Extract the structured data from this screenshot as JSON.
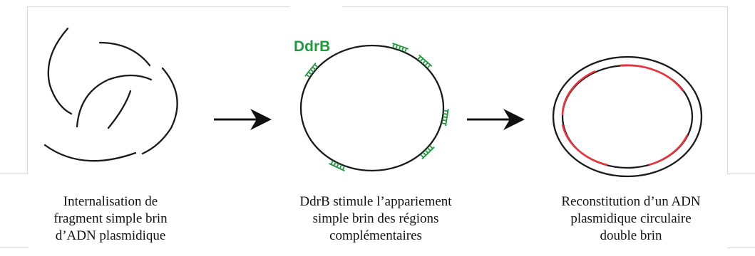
{
  "colors": {
    "strand": "#1a1a1a",
    "ddrb": "#1f9a3e",
    "new_strand": "#e8323c",
    "caption_text": "#111111"
  },
  "ddrb_label": "DdrB",
  "steps": [
    {
      "caption_lines": [
        "Internalisation de",
        "fragment simple brin",
        "d’ADN plasmidique"
      ]
    },
    {
      "caption_lines": [
        "DdrB stimule l’appariement",
        "simple brin des régions",
        "complémentaires"
      ]
    },
    {
      "caption_lines": [
        "Reconstitution d’un ADN",
        "plasmidique circulaire",
        "double brin"
      ]
    }
  ],
  "icons": [
    "arrow-right-icon",
    "arrow-right-icon"
  ]
}
